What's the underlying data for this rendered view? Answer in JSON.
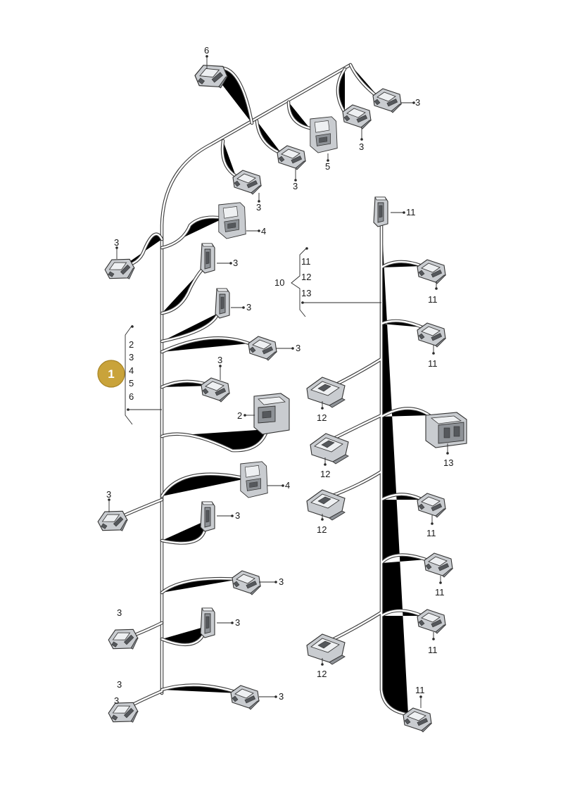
{
  "badge": {
    "number": "1",
    "color": "#c9a33a"
  },
  "labels": {
    "group_left": [
      "2",
      "3",
      "4",
      "5",
      "6"
    ],
    "group_right_number": "10",
    "group_right": [
      "11",
      "12",
      "13"
    ],
    "parts": [
      "6",
      "3",
      "3",
      "5",
      "3",
      "3",
      "3",
      "4",
      "3",
      "3",
      "3",
      "3",
      "2",
      "3",
      "4",
      "3",
      "3",
      "3",
      "3",
      "3",
      "3",
      "3",
      "11",
      "11",
      "11",
      "12",
      "13",
      "12",
      "12",
      "11",
      "11",
      "11",
      "12",
      "11"
    ]
  },
  "colors": {
    "wire": "#3a3a3a",
    "connector": "#c9ccd0",
    "accent": "#c9a33a"
  }
}
